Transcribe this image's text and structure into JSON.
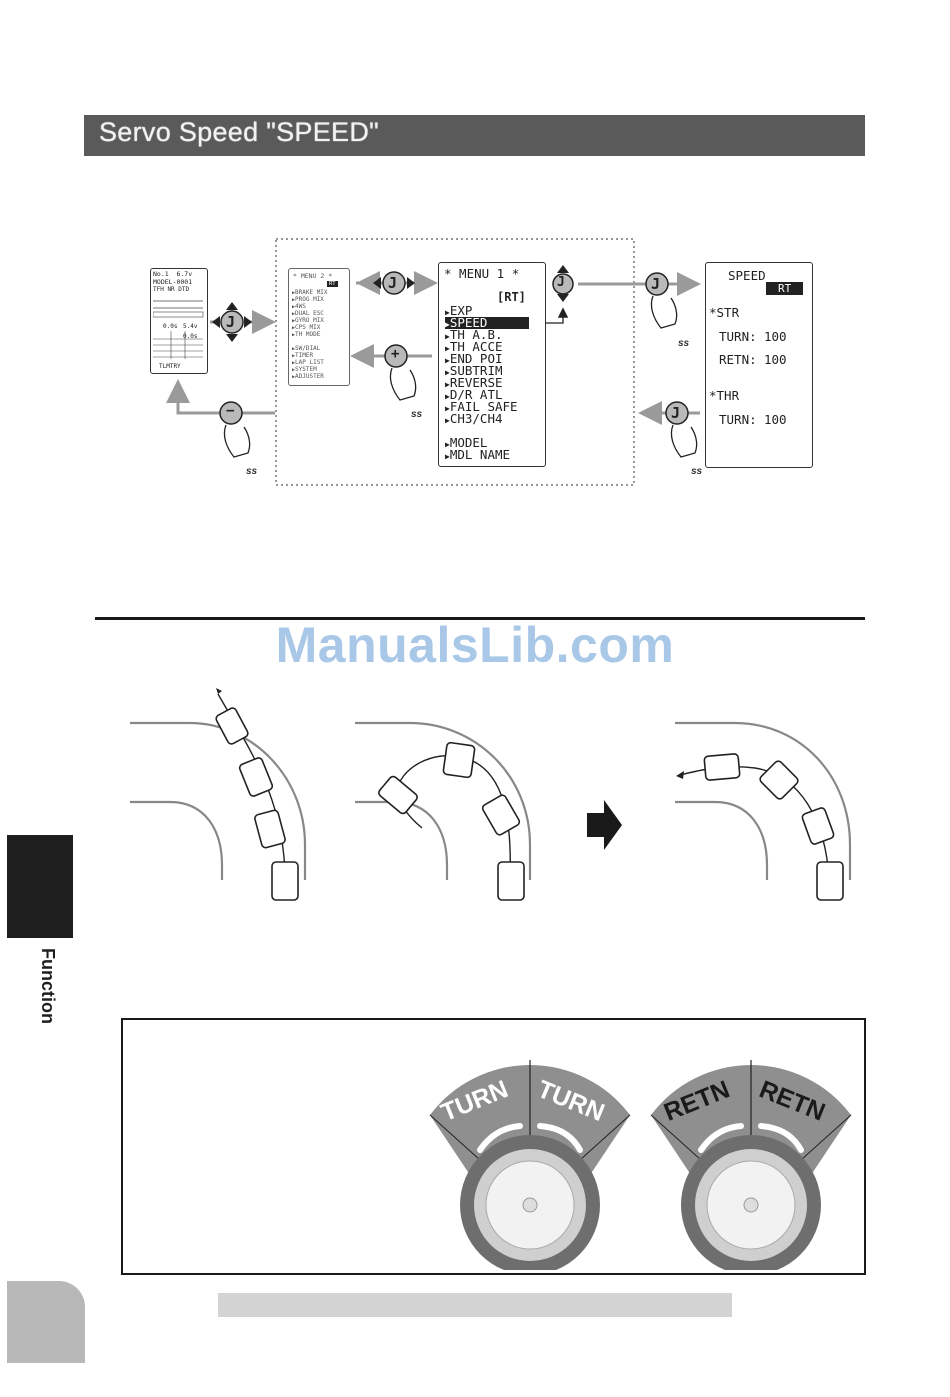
{
  "header": {
    "title": "Servo Speed \"SPEED\""
  },
  "watermark": "ManualsLib.com",
  "side_tab": {
    "label": "Function"
  },
  "home_screen": {
    "lines": [
      "No.1  6.7v",
      "MODEL-0001",
      "TFH NR DTD"
    ],
    "readouts": [
      "0.0s",
      "5.4v",
      "0.0s"
    ],
    "footer": "TLMTRY"
  },
  "menu2_screen": {
    "header": "* MENU 2 *",
    "badge": "RT",
    "items": [
      "BRAKE MIX",
      "PROG MIX",
      "4WS",
      "DUAL ESC",
      "GYRO MIX",
      "CPS MIX",
      "TH MODE",
      "",
      "SW/DIAL",
      "TIMER",
      "LAP LIST",
      "SYSTEM",
      "ADJUSTER"
    ]
  },
  "menu1_screen": {
    "header": "* MENU 1 *",
    "badge": "[RT]",
    "items": [
      "EXP",
      "SPEED",
      "TH A.B.",
      "TH ACCE",
      "END POI",
      "SUBTRIM",
      "REVERSE",
      "D/R ATL",
      "FAIL SAFE",
      "CH3/CH4",
      "",
      "MODEL",
      "MDL NAME"
    ],
    "selected_index": 1
  },
  "speed_screen": {
    "title": "SPEED",
    "badge": "RT",
    "str_label": "*STR",
    "str_turn_label": "TURN:",
    "str_turn_value": "100",
    "str_retn_label": "RETN:",
    "str_retn_value": "100",
    "thr_label": "*THR",
    "thr_turn_label": "TURN:",
    "thr_turn_value": "100"
  },
  "keys": {
    "jog": "J",
    "plus": "+",
    "minus": "−",
    "press_mark": "ss"
  },
  "wheel_labels": {
    "left_wheel": [
      "TURN",
      "TURN"
    ],
    "right_wheel": [
      "RETN",
      "RETN"
    ]
  },
  "colors": {
    "title_bar": "#5a5a5a",
    "arrow": "#9a9a9a",
    "key_fill": "#b9b9b9",
    "band": "#8f8f8f",
    "watermark": "#a9c8e8"
  }
}
